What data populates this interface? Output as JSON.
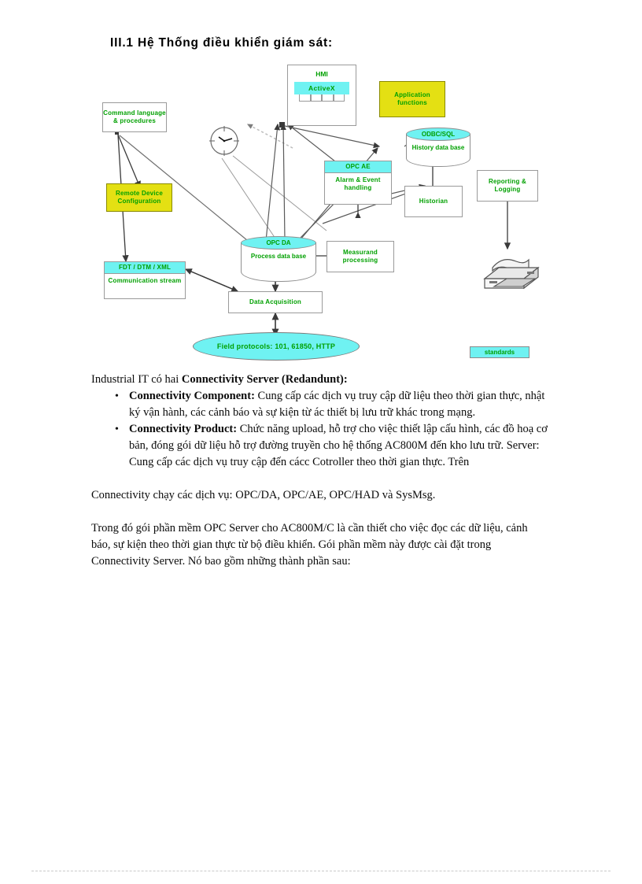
{
  "heading": "III.1 Hệ Thống điều khiển giám sát:",
  "diagram": {
    "nodes": {
      "hmi_title": "HMI",
      "hmi_activex": "ActiveX",
      "application_functions": "Application functions",
      "command_language": "Command language & procedures",
      "remote_device_config": "Remote Device Configuration",
      "fdt_cap": "FDT / DTM / XML",
      "fdt_body": "Communication stream",
      "opc_ae_cap": "OPC AE",
      "opc_ae_body": "Alarm & Event handling",
      "opc_da_cap": "OPC DA",
      "opc_da_body": "Process data base",
      "odbc_cap": "ODBC/SQL",
      "odbc_body": "History data base",
      "historian": "Historian",
      "reporting_logging": "Reporting & Logging",
      "measurand_processing": "Measurand processing",
      "data_acquisition": "Data Acquisition",
      "field_protocols": "Field protocols: 101, 61850, HTTP",
      "standards": "standards"
    },
    "icons": {
      "clock": "clock-icon",
      "printer": "printer-icon"
    },
    "colors": {
      "cyan": "#6ff2f2",
      "yellow": "#e4e013",
      "label_green": "#00a000",
      "border_gray": "#9a9a9a"
    }
  },
  "body": {
    "intro_lead": "Industrial IT có hai ",
    "intro_bold": "Connectivity Server (Redandunt):",
    "bullets": [
      {
        "title": "Connectivity Component:",
        "text": " Cung cấp các dịch vụ truy cập dữ liệu theo thời gian thực, nhật ký vận hành, các cảnh báo và sự kiện từ ác thiết bị lưu trữ khác trong mạng."
      },
      {
        "title": "Connectivity Product:",
        "text": " Chức năng upload, hỗ trợ cho việc thiết lập cấu hình, các đồ hoạ cơ bản, đóng gói dữ liệu hỗ trợ đường truyền cho hệ thống AC800M đến kho lưu trữ. Server: Cung cấp các dịch vụ truy cập đến cácc Cotroller theo thời gian thực. Trên"
      }
    ],
    "para_services": "Connectivity chạy các dịch vụ:  OPC/DA, OPC/AE, OPC/HAD và SysMsg.",
    "para_final": "Trong đó gói phần mềm OPC Server cho AC800M/C là cần thiết cho việc đọc các dữ liệu, cảnh báo, sự kiện theo thời gian thực từ bộ điều khiển. Gói phần mềm này được cài đặt trong Connectivity Server. Nó bao gồm những thành phần sau:"
  }
}
